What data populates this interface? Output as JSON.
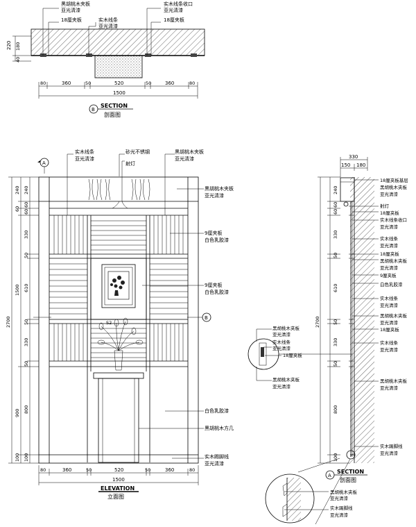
{
  "top_section": {
    "labels": {
      "veneer_top": "黑胡桃木夹板",
      "veneer_top_finish": "亚光清漆",
      "ply18_left": "18厘夹板",
      "solid_strip": "实木线条",
      "solid_strip_finish": "亚光清漆",
      "solid_trim": "实木线条收口",
      "solid_trim_finish": "亚光清漆",
      "ply18_right": "18厘夹板"
    },
    "vertical_dims": [
      "220",
      "180",
      "40"
    ],
    "horizontal_dims": [
      "80",
      "360",
      "50",
      "520",
      "50",
      "360",
      "80"
    ],
    "total_dim": "1500",
    "title_en": "SECTION",
    "title_cn": "剖面图",
    "marker": "B"
  },
  "elevation": {
    "labels": {
      "solid_strip": "实木线条",
      "solid_strip_finish": "亚光清漆",
      "steel": "砂光不锈钢",
      "spotlight": "射灯",
      "veneer": "黑胡桃木夹板",
      "veneer_finish": "亚光清漆",
      "veneer_r1": "黑胡桃木夹板",
      "veneer_r1_finish": "亚光清漆",
      "ply9_r1": "9厘夹板",
      "ply9_r1_finish": "白色乳胶漆",
      "ply9_r2": "9厘夹板",
      "ply9_r2_finish": "白色乳胶漆",
      "latex": "白色乳胶漆",
      "table": "黑胡桃木方几",
      "baseboard": "实木踢脚线",
      "baseboard_finish": "亚光清漆",
      "s2": "S2"
    },
    "left_dims_inner": [
      "240",
      "60",
      "60",
      "330",
      "50",
      "610",
      "50",
      "330",
      "50",
      "800",
      "100"
    ],
    "left_dims_outer": [
      "240",
      "60",
      "1500",
      "900",
      "100"
    ],
    "total_height": "2700",
    "bottom_dims": [
      "80",
      "360",
      "50",
      "520",
      "50",
      "360",
      "80"
    ],
    "total_width": "1500",
    "title_en": "ELEVATION",
    "title_cn": "立面图",
    "marker_a": "A",
    "marker_b": "B"
  },
  "side_section": {
    "top_dims": [
      "330",
      "150",
      "180"
    ],
    "left_dims": [
      "240",
      "60",
      "60",
      "330",
      "50",
      "610",
      "50",
      "330",
      "50",
      "800",
      "100"
    ],
    "total_height": "2700",
    "labels": [
      "18厘夹板基层",
      "黑胡桃木夹板",
      "亚光清漆",
      "射灯",
      "18厘夹板",
      "实木线条收口",
      "亚光清漆",
      "实木线条",
      "亚光清漆",
      "18厘夹板",
      "黑胡桃木夹板",
      "亚光清漆",
      "9厘夹板",
      "白色乳胶漆",
      "实木线条",
      "亚光清漆",
      "黑胡桃木夹板",
      "亚光清漆",
      "18厘夹板",
      "实木线条",
      "亚光清漆",
      "黑胡桃木夹板",
      "亚光清漆",
      "实木踢脚线",
      "亚光清漆"
    ],
    "detail_labels": [
      "黑胡桃木夹板",
      "亚光清漆",
      "实木线条",
      "亚光清漆",
      "18厘夹板",
      "黑胡桃木夹板",
      "亚光清漆"
    ],
    "bottom_detail_labels": [
      "黑胡桃木夹板",
      "亚光清漆",
      "实木踢脚线",
      "亚光清漆"
    ],
    "title_en": "SECTION",
    "title_cn": "剖面图",
    "marker": "A"
  }
}
